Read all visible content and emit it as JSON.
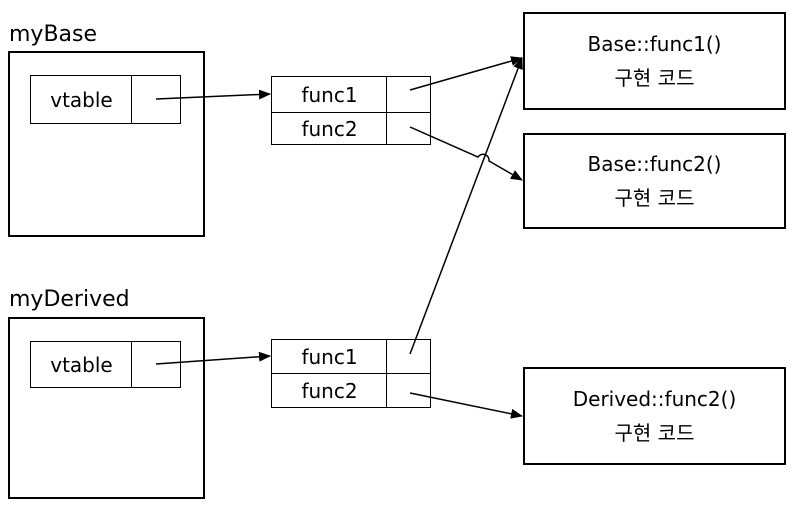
{
  "objects": {
    "base": {
      "name": "myBase",
      "vtable_label": "vtable"
    },
    "derived": {
      "name": "myDerived",
      "vtable_label": "vtable"
    }
  },
  "vtables": {
    "base": {
      "entries": [
        "func1",
        "func2"
      ]
    },
    "derived": {
      "entries": [
        "func1",
        "func2"
      ]
    }
  },
  "implementations": [
    {
      "name": "Base::func1()",
      "caption": "구현 코드"
    },
    {
      "name": "Base::func2()",
      "caption": "구현 코드"
    },
    {
      "name": "Derived::func2()",
      "caption": "구현 코드"
    }
  ]
}
